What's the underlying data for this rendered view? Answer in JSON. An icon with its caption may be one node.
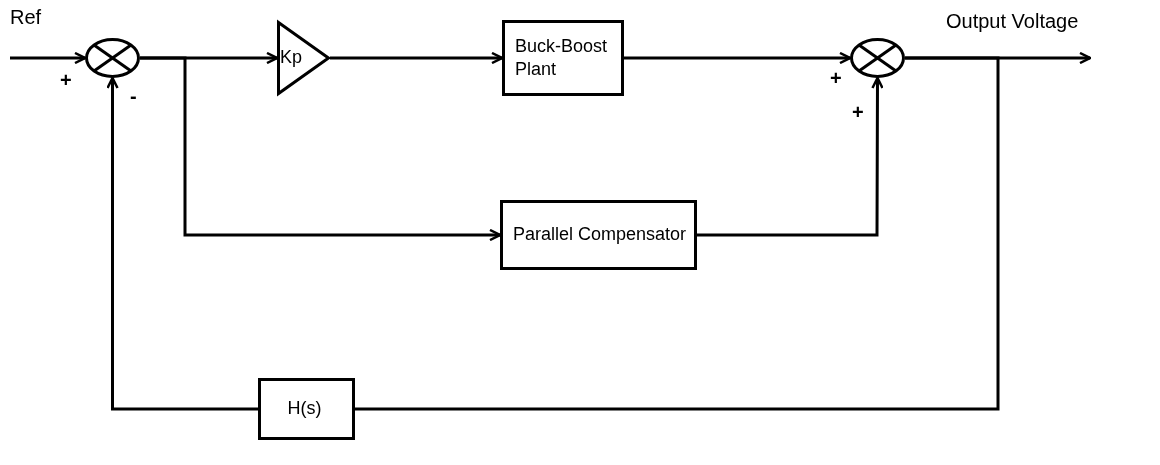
{
  "diagram": {
    "nodes": [
      {
        "text": [],
        "shape": "circle"
      },
      {
        "text": [
          "Kp"
        ]
      },
      {
        "text": [
          "Buck-Boost Plant"
        ]
      },
      {
        "text": [],
        "shape": "circle"
      },
      {
        "text": [
          "Parallel Compensator"
        ]
      },
      {
        "text": [
          "H(s)"
        ]
      }
    ],
    "edges": [
      {
        "from": null,
        "to": 0,
        "arrow": "to",
        "label": "Ref"
      },
      {
        "from": 0,
        "to": 1,
        "arrow": "to"
      },
      {
        "from": 0,
        "to": 4,
        "arrow": "to"
      },
      {
        "from": 1,
        "to": 2,
        "arrow": "to"
      },
      {
        "from": 2,
        "to": 3,
        "arrow": "to"
      },
      {
        "from": 4,
        "to": 3,
        "arrow": "to"
      },
      {
        "from": 3,
        "to": null,
        "arrow": "to",
        "label": "Output Voltage"
      },
      {
        "from": 3,
        "to": 5,
        "arrow": "none"
      },
      {
        "from": 5,
        "to": 0,
        "arrow": "to"
      }
    ],
    "labels": [
      "+",
      "+",
      "-",
      "+"
    ]
  }
}
